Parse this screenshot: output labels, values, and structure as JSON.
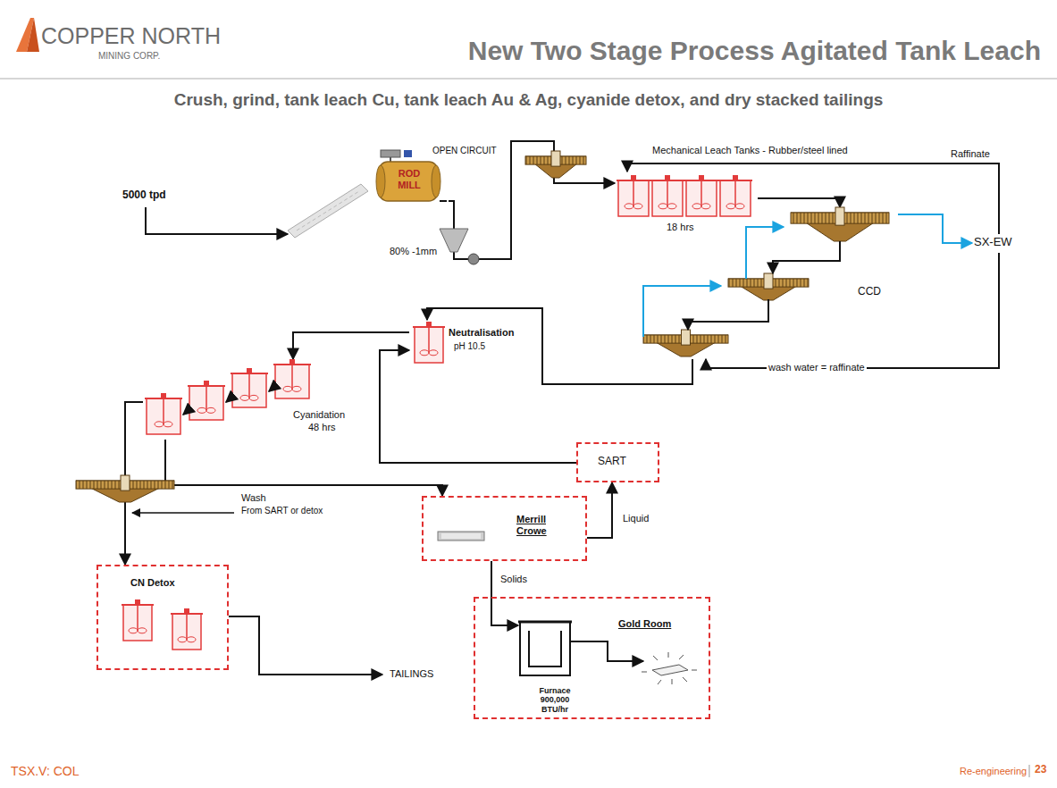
{
  "diagram": {
    "title": "New Two Stage Process Agitated Tank Leach",
    "caption": "Crush, grind, tank leach Cu, tank leach Au & Ag, cyanide detox, and dry stacked tailings",
    "nodes": [
      {
        "text": [
          "ROD MILL"
        ]
      },
      {
        "text": [
          "Mechanical Leach Tanks - Rubber/steel lined",
          "18 hrs"
        ]
      },
      {
        "text": [
          "SX-EW"
        ]
      },
      {
        "text": [
          "CCD"
        ]
      },
      {
        "text": [
          "Neutralisation",
          "pH 10.5"
        ]
      },
      {
        "text": [
          "Cyanidation",
          "48 hrs"
        ]
      },
      {
        "text": [
          "CN Detox"
        ]
      },
      {
        "text": [
          "SART"
        ]
      },
      {
        "text": [
          "Merrill Crowe"
        ]
      },
      {
        "text": [
          "Gold Room"
        ]
      },
      {
        "text": [
          "Furnace 900,000 BTU/hr"
        ],
        "in": 9
      }
    ],
    "edges": [
      {
        "from": 0,
        "to": 1,
        "arrow": "to",
        "label": "OPEN CIRCUIT"
      },
      {
        "from": 1,
        "to": 3,
        "arrow": "to"
      },
      {
        "from": 3,
        "to": 2,
        "arrow": "to"
      },
      {
        "from": 2,
        "to": 1,
        "arrow": "to",
        "label": "Raffinate"
      },
      {
        "from": 2,
        "to": 3,
        "arrow": "to",
        "label": "wash water = raffinate"
      },
      {
        "from": 3,
        "to": 4,
        "arrow": "to"
      },
      {
        "from": 4,
        "to": 5,
        "arrow": "to"
      },
      {
        "from": 7,
        "to": 4,
        "arrow": "to"
      },
      {
        "from": 5,
        "to": 6,
        "arrow": "to"
      },
      {
        "from": 5,
        "to": 8,
        "arrow": "to"
      },
      {
        "from": 8,
        "to": 7,
        "arrow": "to",
        "label": "Liquid"
      },
      {
        "from": 8,
        "to": 10,
        "arrow": "to",
        "label": "Solids"
      }
    ],
    "labels": [
      "COPPER NORTH",
      "MINING CORP.",
      "5000 tpd",
      "80% -1mm",
      "Wash",
      "From SART or detox",
      "TAILINGS",
      "TSX.V: COL",
      "Re-engineering",
      "23"
    ]
  }
}
